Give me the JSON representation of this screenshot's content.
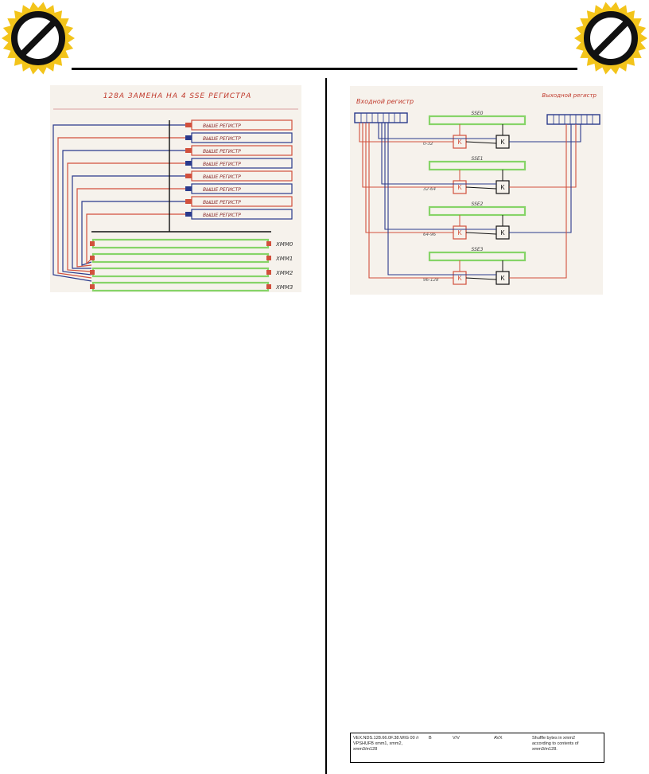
{
  "header": {
    "badge_icon": "no-sign-icon",
    "badge_colors": {
      "rays": "#f3c41a",
      "disc": "#ffffff",
      "ring": "#111111"
    }
  },
  "left_figure": {
    "title": "128A ЗАМЕНА НА 4 SSE РЕГИСТРА",
    "rows": [
      "ВЫШЕ РЕГИСТР",
      "ВЫШЕ РЕГИСТР",
      "ВЫШЕ РЕГИСТР",
      "ВЫШЕ РЕГИСТР",
      "ВЫШЕ РЕГИСТР",
      "ВЫШЕ РЕГИСТР",
      "ВЫШЕ РЕГИСТР",
      "ВЫШЕ РЕГИСТР"
    ],
    "registers": [
      "XMM0",
      "XMM1",
      "XMM2",
      "XMM3"
    ],
    "colors": {
      "red": "#d2503c",
      "blue": "#2a3a8c",
      "green": "#86d468",
      "paper": "#f6f2ec"
    }
  },
  "right_figure": {
    "input_label": "Входной регистр",
    "output_label": "Выходной регистр",
    "bars": [
      "SSE0",
      "SSE1",
      "SSE2",
      "SSE3"
    ],
    "block_letter": "K",
    "in_labels": [
      "0-32",
      "32-64",
      "64-96",
      "96-128"
    ],
    "colors": {
      "red": "#d2503c",
      "blue": "#2a3a8c",
      "green": "#86d468"
    }
  },
  "table": {
    "encoding": [
      "VEX.NDS.128.66.0F.38.WIG 00 /r",
      "VPSHUFB xmm1, xmm2,",
      "xmm3/m128"
    ],
    "op": "B",
    "mode": "V/V",
    "cpuid": "AVX",
    "description": [
      "Shuffle bytes in xmm2",
      "according to contents of",
      "xmm3/m128."
    ]
  }
}
